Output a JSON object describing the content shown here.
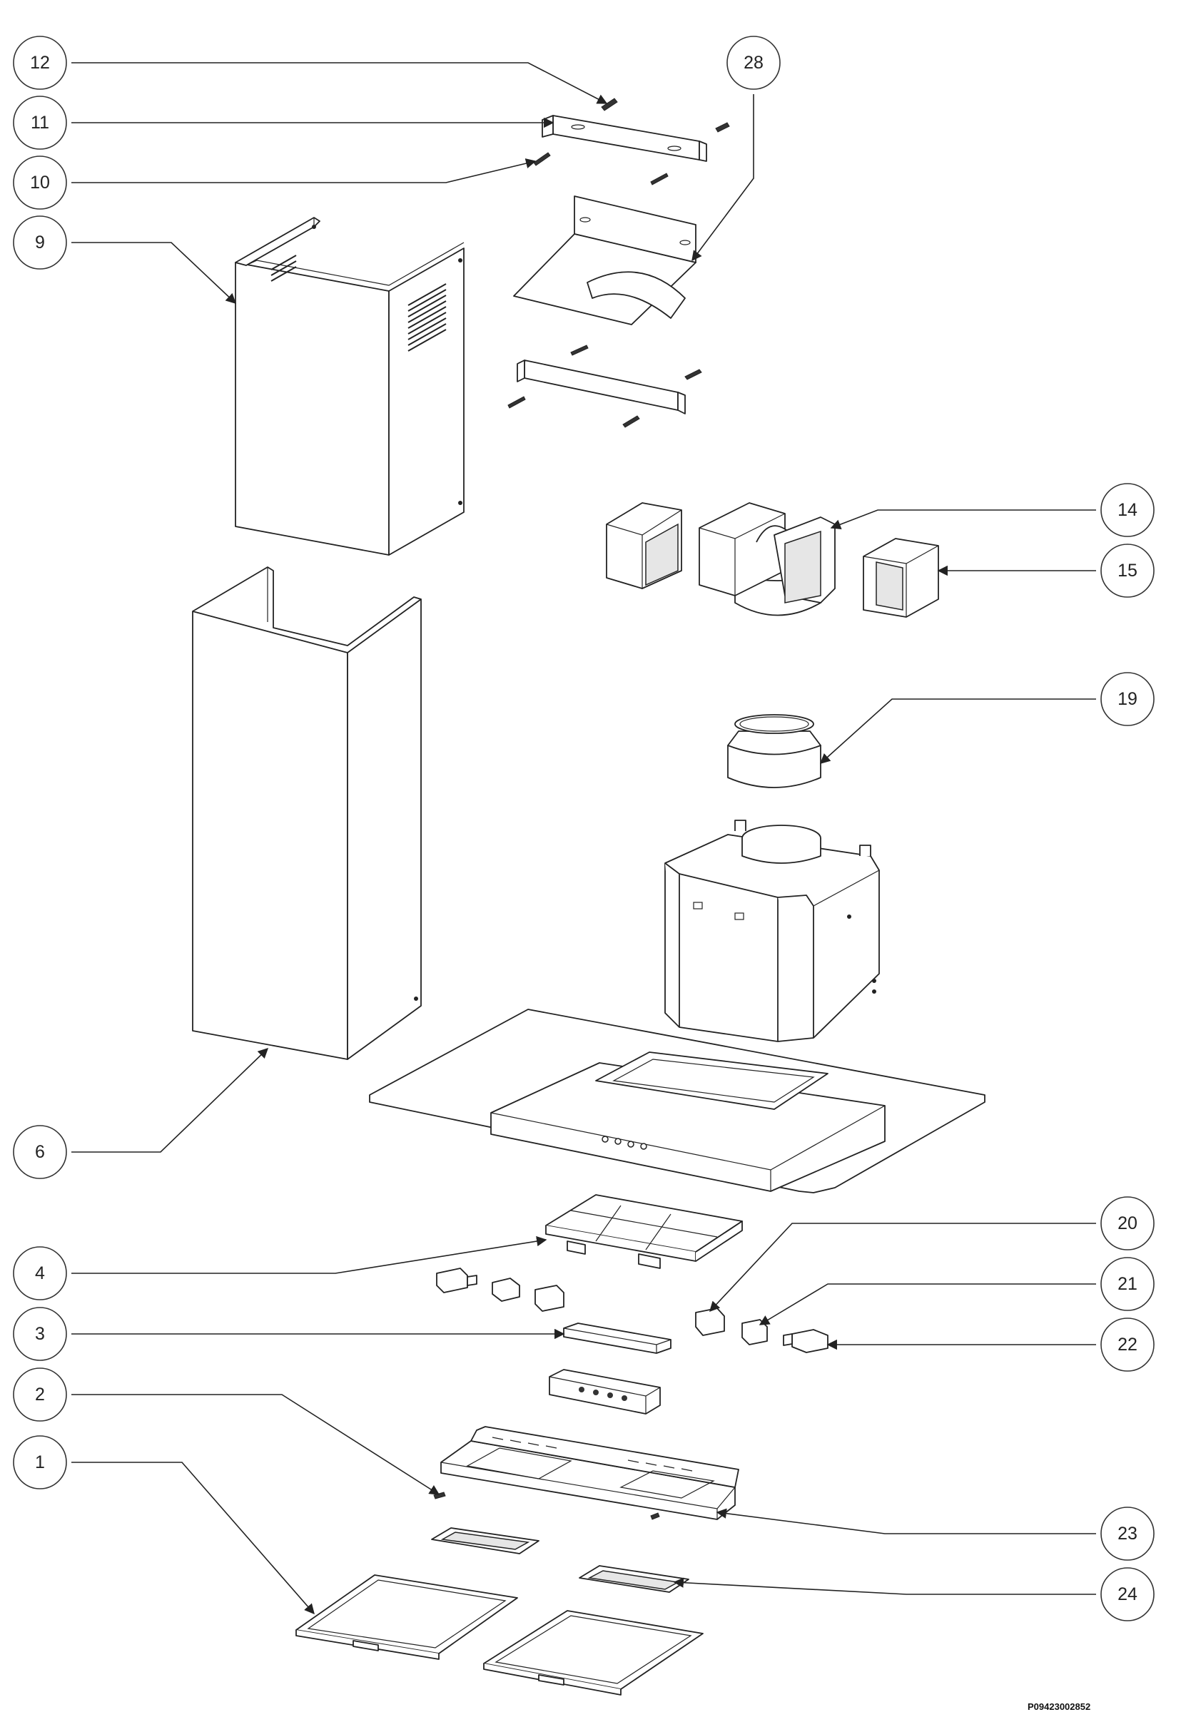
{
  "diagram": {
    "document_code": "P09423002852",
    "callouts": [
      {
        "id": "12",
        "label": "12"
      },
      {
        "id": "11",
        "label": "11"
      },
      {
        "id": "10",
        "label": "10"
      },
      {
        "id": "9",
        "label": "9"
      },
      {
        "id": "28",
        "label": "28"
      },
      {
        "id": "14",
        "label": "14"
      },
      {
        "id": "15",
        "label": "15"
      },
      {
        "id": "19",
        "label": "19"
      },
      {
        "id": "6",
        "label": "6"
      },
      {
        "id": "20",
        "label": "20"
      },
      {
        "id": "4",
        "label": "4"
      },
      {
        "id": "21",
        "label": "21"
      },
      {
        "id": "3",
        "label": "3"
      },
      {
        "id": "22",
        "label": "22"
      },
      {
        "id": "2",
        "label": "2"
      },
      {
        "id": "1",
        "label": "1"
      },
      {
        "id": "23",
        "label": "23"
      },
      {
        "id": "24",
        "label": "24"
      }
    ]
  }
}
